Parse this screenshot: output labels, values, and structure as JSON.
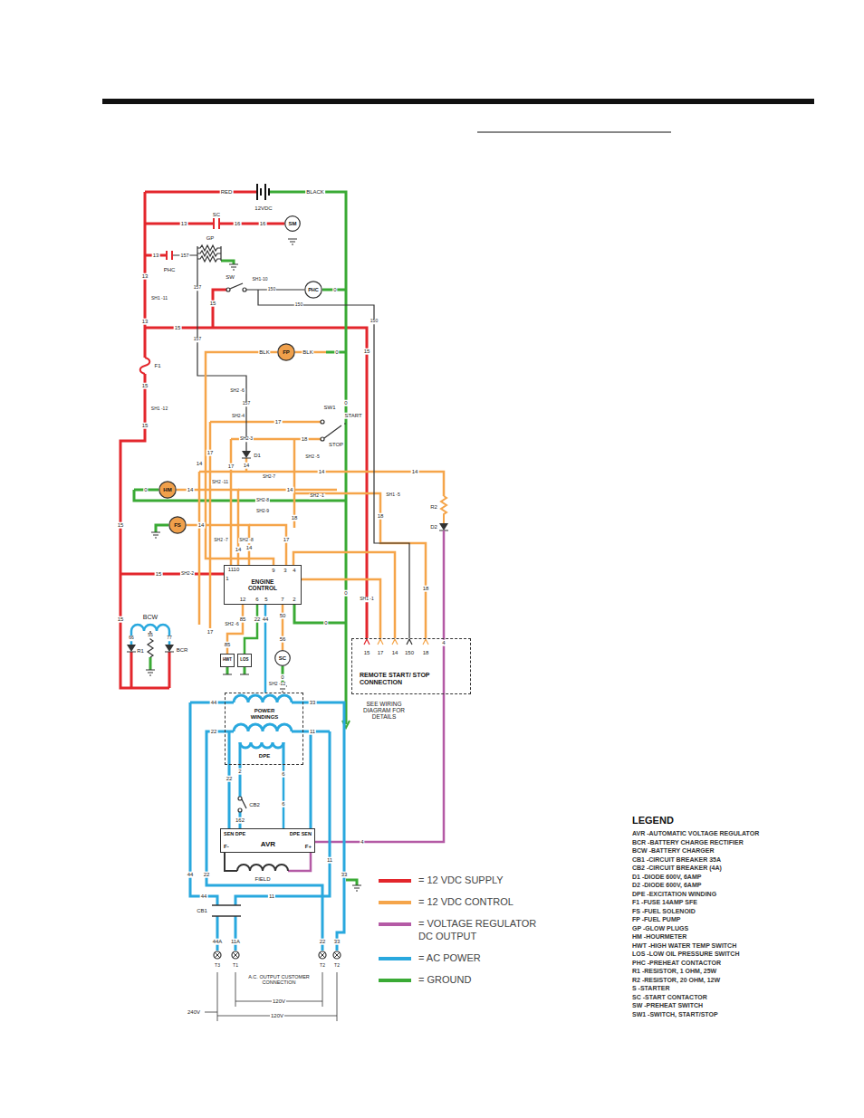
{
  "diagram": {
    "nodes": [
      {
        "text": [
          "SM"
        ]
      },
      {
        "text": [
          "PHC"
        ]
      },
      {
        "text": [
          "FP"
        ]
      },
      {
        "text": [
          "HM"
        ]
      },
      {
        "text": [
          "FS"
        ]
      },
      {
        "text": [
          "ENGINE CONTROL"
        ]
      },
      {
        "text": [
          "SC"
        ]
      },
      {
        "text": [
          "HWT"
        ]
      },
      {
        "text": [
          "LOS"
        ]
      },
      {
        "text": [
          "REMOTE START/ STOP CONNECTION"
        ]
      },
      {
        "text": [
          "POWER WINDINGS",
          "DPE"
        ]
      },
      {
        "text": [
          "SEN DPE",
          "DPE SEN",
          "F-",
          "AVR",
          "F+"
        ]
      }
    ],
    "edges": [
      {
        "from": 5,
        "to": 7,
        "arrow": "none",
        "label": "85"
      },
      {
        "from": 5,
        "to": 8,
        "arrow": "none",
        "label": "22"
      },
      {
        "from": 5,
        "to": 6,
        "arrow": "none",
        "label": "56"
      },
      {
        "from": 3,
        "to": 5,
        "arrow": "none",
        "label": "14"
      },
      {
        "from": 4,
        "to": 5,
        "arrow": "none",
        "label": "14"
      },
      {
        "from": 2,
        "to": 5,
        "arrow": "none"
      },
      {
        "from": 5,
        "to": 9,
        "arrow": "none"
      },
      {
        "from": 10,
        "to": 11,
        "arrow": "none",
        "label": "6"
      },
      {
        "from": 5,
        "to": 10,
        "arrow": "none",
        "label": "44"
      }
    ],
    "labels": [
      "RED",
      "12VDC",
      "BLACK",
      "13",
      "SC",
      "16",
      "16",
      "13",
      "157",
      "GP",
      "PHC",
      "SW",
      "SH1-10",
      "157",
      "15",
      "150",
      "0",
      "150",
      "13",
      "SH1 -11",
      "13",
      "15",
      "150",
      "15",
      "157",
      "F1",
      "BLK",
      "BLK",
      "0",
      "15",
      "SH1 -12",
      "15",
      "SH2 -6",
      "157",
      "0",
      "SW1",
      "START",
      "STOP",
      "SH2-4",
      "17",
      "SH2-3",
      "18",
      "D1",
      "SH2 -5",
      "17",
      "14",
      "17",
      "14",
      "14",
      "14",
      "SH2 -11",
      "SH2-7",
      "14",
      "SH2 -1",
      "SH1 -5",
      "0",
      "SH2-8",
      "SH2-9",
      "18",
      "18",
      "R2",
      "D2",
      "SH2 -7",
      "SH2 -8",
      "17",
      "14",
      "14",
      "15",
      "15",
      "SH2-2",
      "1110",
      "1",
      "9",
      "3",
      "4",
      "12",
      "6",
      "5",
      "7",
      "2",
      "0",
      "SH1 -1",
      "18",
      "15",
      "BCW",
      "66",
      "55",
      "77",
      "R1",
      "BCR",
      "17",
      "SH2 -6",
      "0",
      "85",
      "50",
      "0",
      "SH2 -12",
      "4",
      "15",
      "17",
      "14",
      "150",
      "18",
      "SEE WIRING DIAGRAM FOR DETAILS",
      "44",
      "33",
      "22",
      "11",
      "2",
      "6",
      "22",
      "CB2",
      "162",
      "4",
      "FIELD",
      "44",
      "22",
      "11",
      "33",
      "44",
      "11",
      "CB1",
      "44A",
      "11A",
      "22",
      "33",
      "T3",
      "T1",
      "T2",
      "T2",
      "A.C. OUTPUT CUSTOMER CONNECTION",
      "240V",
      "120V",
      "120V",
      "LEGEND",
      "AVR -AUTOMATIC VOLTAGE REGULATOR",
      "BCR -BATTERY CHARGE RECTIFIER",
      "BCW -BATTERY CHARGER",
      "CB1 -CIRCUIT BREAKER 35A",
      "CB2 -CIRCUIT BREAKER (4A)",
      "D1 -DIODE 600V, 6AMP",
      "D2 -DIODE 600V, 6AMP",
      "DPE -EXCITATION WINDING",
      "F1 -FUSE 14AMP SFE",
      "FS -FUEL SOLENOID",
      "FP -FUEL PUMP",
      "GP -GLOW PLUGS",
      "HM -HOURMETER",
      "HWT -HIGH WATER TEMP SWITCH",
      "LOS -LOW OIL PRESSURE SWITCH",
      "PHC -PREHEAT CONTACTOR",
      "R1 -RESISTOR, 1 OHM, 25W",
      "R2 -RESISTOR, 20 OHM, 12W",
      "S -STARTER",
      "SC -START CONTACTOR",
      "SW -PREHEAT SWITCH",
      "SW1 -SWITCH, START/STOP"
    ],
    "legend": [
      {
        "text": "= 12 VDC SUPPLY",
        "color": "#e3262c"
      },
      {
        "text": "= 12 VDC CONTROL",
        "color": "#f5a54a"
      },
      {
        "text": "= VOLTAGE REGULATOR DC OUTPUT",
        "color": "#b45aa5"
      },
      {
        "text": "= AC POWER",
        "color": "#29a8de"
      },
      {
        "text": "= GROUND",
        "color": "#3aaa35"
      }
    ]
  }
}
